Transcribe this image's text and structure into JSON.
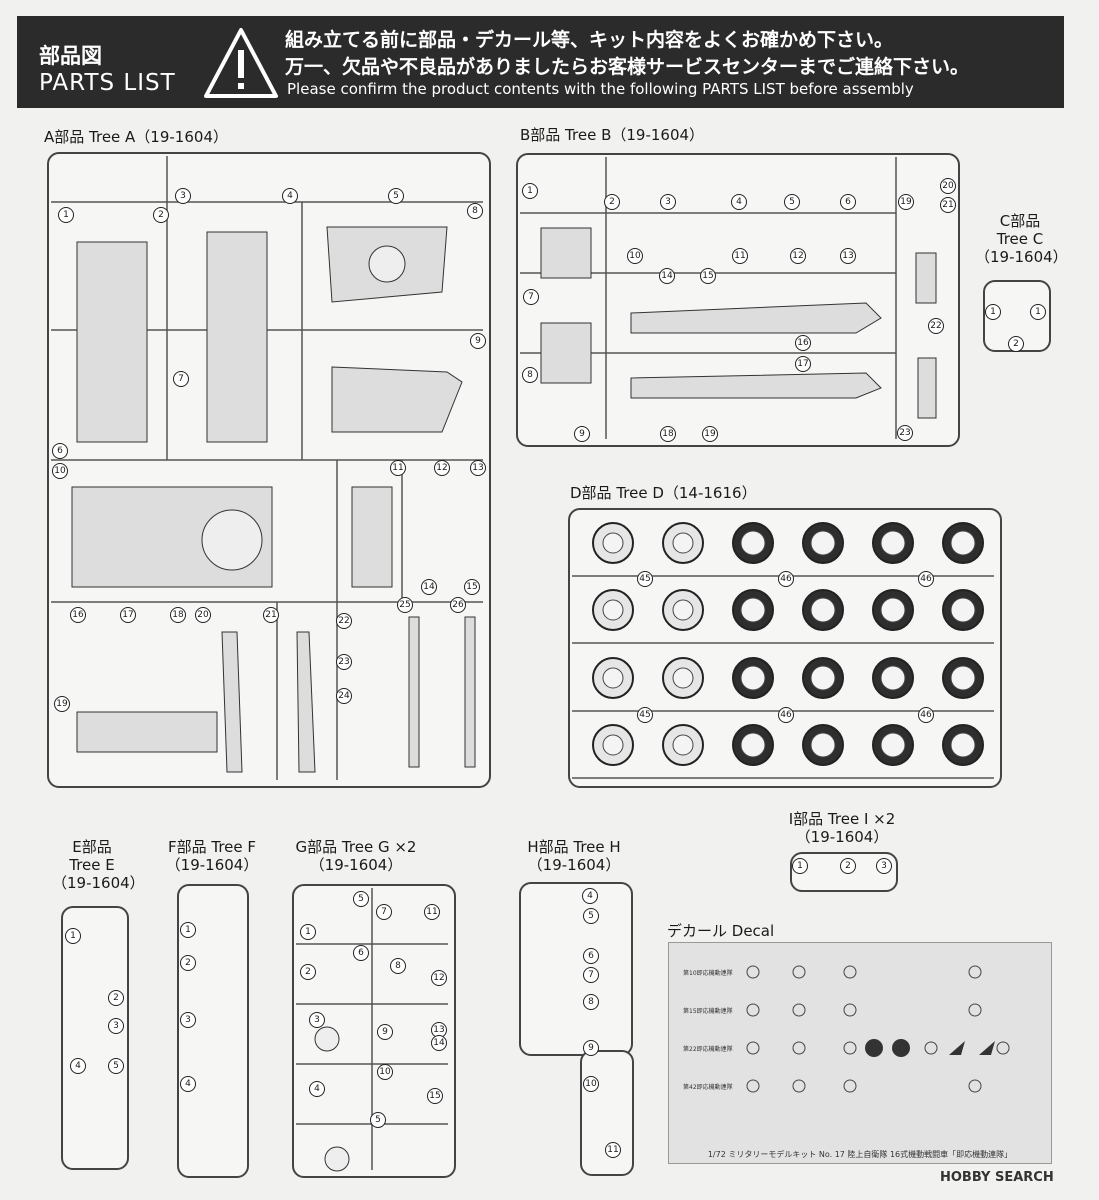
{
  "header": {
    "title_jp": "部品図",
    "title_en": "PARTS LIST",
    "warning_icon": "warning-triangle-icon",
    "line1": "組み立てる前に部品・デカール等、キット内容をよくお確かめ下さい。",
    "line2": "万一、欠品や不良品がありましたらお客様サービスセンターまでご連絡下さい。",
    "line3": "Please confirm the product contents with the following PARTS LIST before assembly"
  },
  "trees": {
    "a": {
      "label": "A部品 Tree A（19-1604）"
    },
    "b": {
      "label": "B部品 Tree B（19-1604）"
    },
    "c": {
      "label_1": "C部品",
      "label_2": "Tree C",
      "label_3": "（19-1604）"
    },
    "d": {
      "label": "D部品 Tree D（14-1616）"
    },
    "e": {
      "label_1": "E部品",
      "label_2": "Tree E",
      "label_3": "（19-1604）"
    },
    "f": {
      "label_1": "F部品 Tree F",
      "label_2": "（19-1604）"
    },
    "g": {
      "label_1": "G部品 Tree G ×2",
      "label_2": "（19-1604）"
    },
    "h": {
      "label_1": "H部品 Tree H",
      "label_2": "（19-1604）"
    },
    "i": {
      "label_1": "I部品 Tree I ×2",
      "label_2": "（19-1604）"
    }
  },
  "decal": {
    "label": "デカール Decal",
    "rows": [
      "第10即応機動連隊",
      "第15即応機動連隊",
      "第22即応機動連隊",
      "第42即応機動連隊"
    ],
    "caption": "1/72 ミリタリーモデルキット No. 17 陸上自衛隊 16式機動戦闘車「即応機動連隊」"
  },
  "watermark": "HOBBY SEARCH"
}
